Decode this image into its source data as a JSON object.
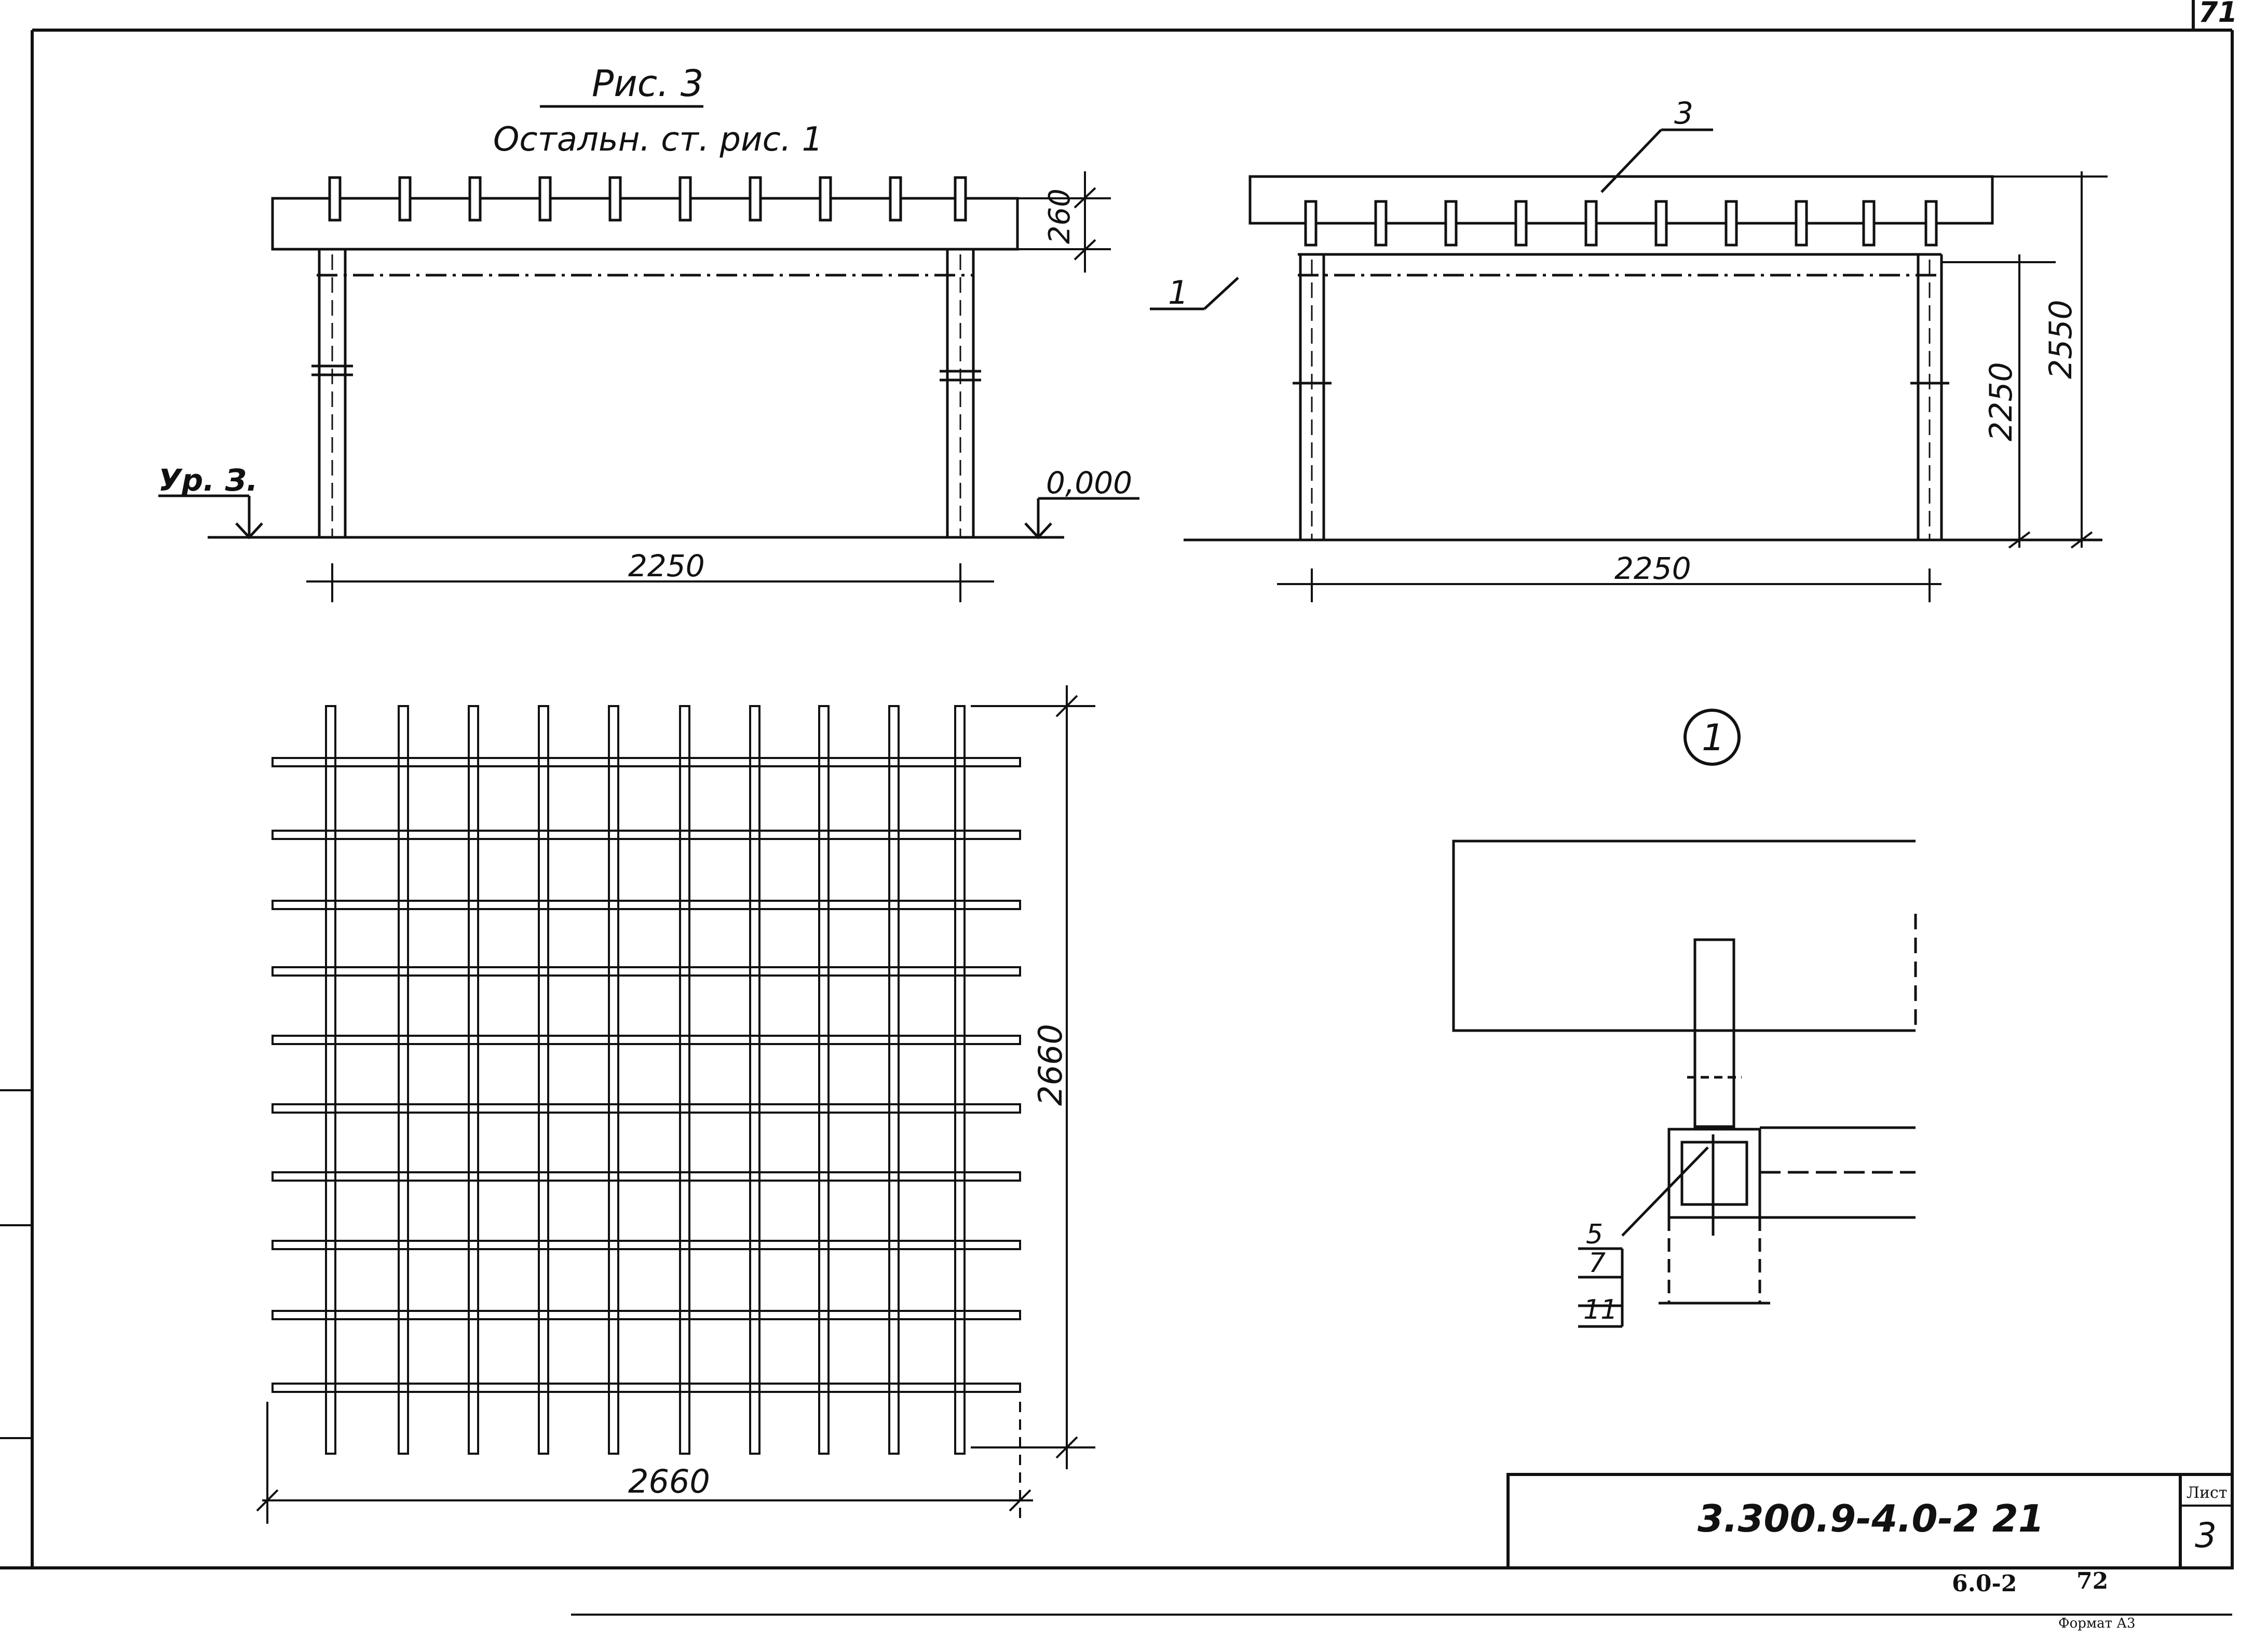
{
  "page_number": "71",
  "fig1": {
    "title": "Рис. 3",
    "subtitle": "Остальн. ст. рис. 1"
  },
  "front_view": {
    "height_dim": "260",
    "width_dim": "2250",
    "level_label": "Ур. З.",
    "level_value": "0,000"
  },
  "side_view": {
    "callout_top": "3",
    "callout_left": "1",
    "width_dim": "2250",
    "inner_height_dim": "2250",
    "total_height_dim": "2550"
  },
  "plan_view": {
    "height_dim": "2660",
    "width_dim": "2660"
  },
  "detail": {
    "marker": "1",
    "callout_1": "5",
    "callout_2": "7",
    "callout_3": "11"
  },
  "title_block": {
    "code": "3.300.9-4.0-2 21",
    "sheet_label": "Лист",
    "sheet_number": "3"
  },
  "footer": {
    "series": "6.0-2",
    "number": "72",
    "format": "Формат А3"
  }
}
